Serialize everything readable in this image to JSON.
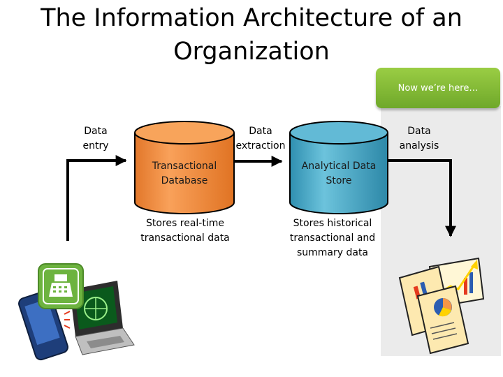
{
  "title": "The Information Architecture of an Organization",
  "badge": "Now we’re here…",
  "labels": {
    "data_entry": "Data entry",
    "data_extraction": "Data extraction",
    "data_analysis": "Data analysis"
  },
  "cylinders": {
    "transactional": {
      "name": "Transactional Database",
      "caption": "Stores real-time transactional data",
      "color": "#f79646"
    },
    "analytical": {
      "name": "Analytical Data Store",
      "caption": "Stores historical transactional and summary data",
      "color": "#4bacc6"
    }
  },
  "icons": [
    "cash-register-icon",
    "mobile-phone-icon",
    "laptop-icon",
    "reports-icon",
    "rising-chart-icon"
  ]
}
